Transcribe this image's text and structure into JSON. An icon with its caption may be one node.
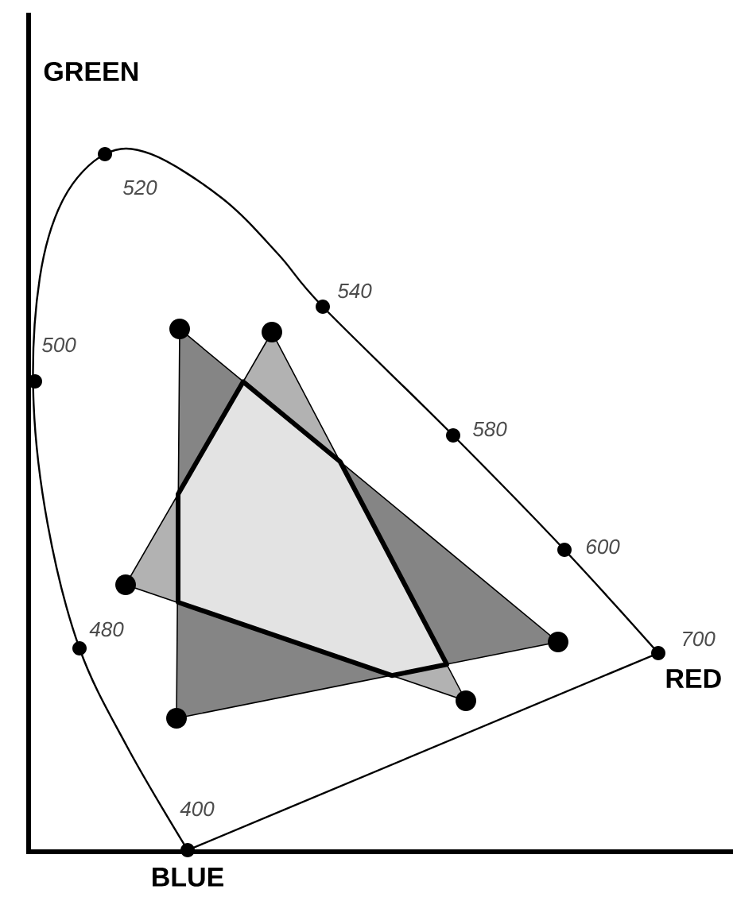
{
  "diagram": {
    "labels": [
      "GREEN",
      "520",
      "540",
      "500",
      "580",
      "600",
      "480",
      "700",
      "RED",
      "400",
      "BLUE"
    ]
  }
}
